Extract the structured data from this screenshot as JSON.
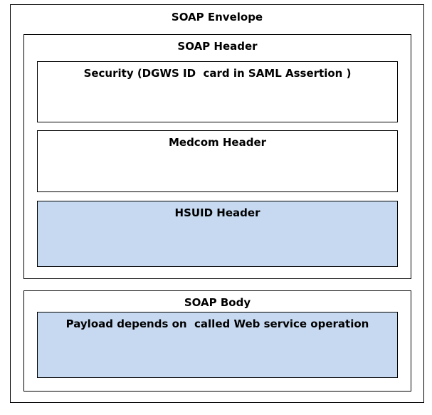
{
  "envelope": {
    "title": "SOAP Envelope"
  },
  "header": {
    "title": "SOAP Header",
    "blocks": [
      {
        "title": "Security (DGWS ID  card in SAML Assertion )",
        "fill": "#ffffff"
      },
      {
        "title": "Medcom Header",
        "fill": "#ffffff"
      },
      {
        "title": "HSUID Header",
        "fill": "#c6d9f0"
      }
    ]
  },
  "body": {
    "title": "SOAP Body",
    "payload": {
      "title": "Payload depends on  called Web service operation",
      "fill": "#c6d9f0"
    }
  }
}
